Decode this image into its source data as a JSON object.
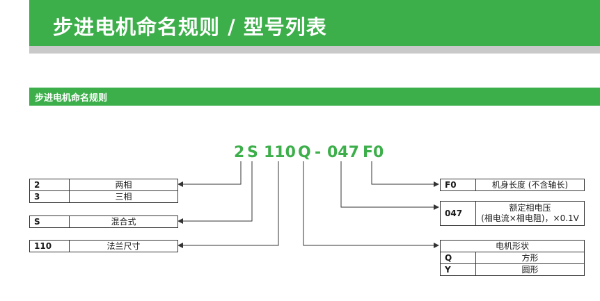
{
  "header": {
    "title": "步进电机命名规则 / 型号列表"
  },
  "section": {
    "title": "步进电机命名规则"
  },
  "model_code": {
    "parts": [
      "2",
      "S",
      "110",
      "Q",
      "-",
      "047",
      "F0"
    ]
  },
  "phase_table": {
    "rows": [
      {
        "code": "2",
        "desc": "两相"
      },
      {
        "code": "3",
        "desc": "三相"
      }
    ]
  },
  "type_table": {
    "rows": [
      {
        "code": "S",
        "desc": "混合式"
      }
    ]
  },
  "flange_table": {
    "rows": [
      {
        "code": "110",
        "desc": "法兰尺寸"
      }
    ]
  },
  "length_table": {
    "rows": [
      {
        "code": "F0",
        "desc": "机身长度 (不含轴长)"
      }
    ]
  },
  "voltage_table": {
    "code": "047",
    "desc_line1": "额定相电压",
    "desc_line2": "(相电流×相电阻)，×0.1V"
  },
  "shape_table": {
    "title": "电机形状",
    "rows": [
      {
        "code": "Q",
        "desc": "方形"
      },
      {
        "code": "Y",
        "desc": "圆形"
      }
    ]
  },
  "colors": {
    "accent": "#3cae4a",
    "shadow": "#c9c9c9",
    "line": "#333333"
  }
}
